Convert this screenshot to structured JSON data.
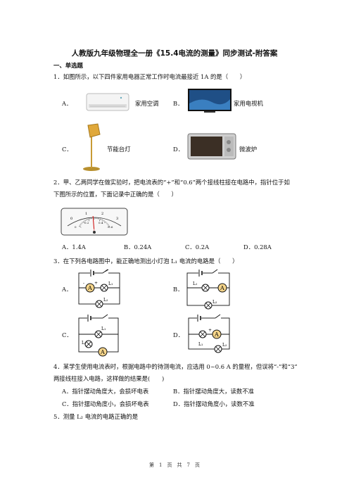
{
  "title": "人教版九年级物理全一册《15.4电流的测量》同步测试-附答案",
  "section": "一、单选题",
  "q1": {
    "stem": "1．如图所示，以下四件家用电器正常工作时电流最接近 1A 的是（　　）",
    "options": [
      {
        "key": "A．",
        "label": "家用空调",
        "icon": "air-conditioner"
      },
      {
        "key": "B．",
        "label": "家用电视机",
        "icon": "television"
      },
      {
        "key": "C．",
        "label": "节能台灯",
        "icon": "desk-lamp"
      },
      {
        "key": "D．",
        "label": "微波炉",
        "icon": "microwave"
      }
    ]
  },
  "q2": {
    "stem_line1": "2．甲、乙两同学在做实验时，把电流表的“+”和“0.6”两个接线柱接在电路中，指针位于如",
    "stem_line2": "下图所示的位置，下面记录中正确的是（　　）",
    "options": [
      "A．1.4A",
      "B．0.24A",
      "C．0.2A",
      "D．0.28A"
    ],
    "meter": {
      "outer_scale": [
        "0",
        "1",
        "2",
        "3"
      ],
      "inner_scale": [
        "0",
        "0.2",
        "0.4",
        "0.6"
      ],
      "unit": "A",
      "reading_fraction": 0.467
    }
  },
  "q3": {
    "stem": "3．在下列各电路图中，能正确地测出小灯泡 L₁ 电流的电路是（　　）",
    "options": [
      "A．",
      "B．",
      "C．",
      "D．"
    ],
    "labels": {
      "ammeter": "A",
      "lamp1": "L₁",
      "lamp2": "L₂",
      "plus": "+",
      "minus": "-"
    }
  },
  "q4": {
    "stem_line1": "4．某学生使用电流表时，根据电路中的待测电流，应选用 0~0.6 A 的量程，但误将“-”和“3”",
    "stem_line2": "两接线柱接入电路，这样做的结果是(　　)",
    "options": [
      "A．指针摆动角度大，会损坏电表",
      "B．指针摆动角度大，读数不准",
      "C．指针摆动角度小，会损坏电表",
      "D．指针摆动角度小，读数不准"
    ]
  },
  "q5": {
    "stem": "5．测量 L₂ 电流的电路正确的是"
  },
  "footer": "第　1　页　共　7　页"
}
